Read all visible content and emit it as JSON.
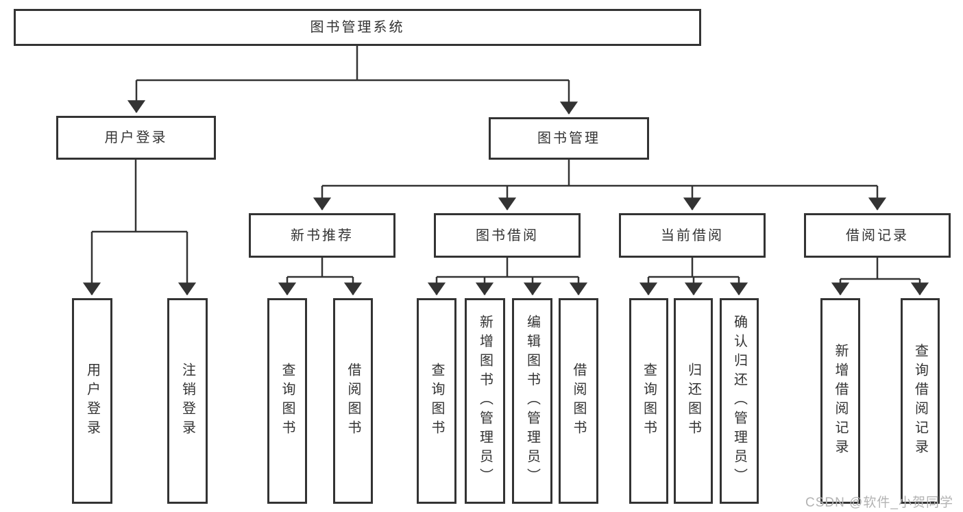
{
  "tree": {
    "root": {
      "label": "图书管理系统"
    },
    "branches": [
      {
        "label": "用户登录",
        "children": [
          {
            "label": "用户登录"
          },
          {
            "label": "注销登录"
          }
        ]
      },
      {
        "label": "图书管理",
        "children": [
          {
            "label": "新书推荐",
            "children": [
              {
                "label": "查询图书"
              },
              {
                "label": "借阅图书"
              }
            ]
          },
          {
            "label": "图书借阅",
            "children": [
              {
                "label": "查询图书"
              },
              {
                "label": "新增图书（管理员）"
              },
              {
                "label": "编辑图书（管理员）"
              },
              {
                "label": "借阅图书"
              }
            ]
          },
          {
            "label": "当前借阅",
            "children": [
              {
                "label": "查询图书"
              },
              {
                "label": "归还图书"
              },
              {
                "label": "确认归还（管理员）"
              }
            ]
          },
          {
            "label": "借阅记录",
            "children": [
              {
                "label": "新增借阅记录"
              },
              {
                "label": "查询借阅记录"
              }
            ]
          }
        ]
      }
    ]
  },
  "watermark": "CSDN @软件_小贺同学",
  "colors": {
    "line": "#333333",
    "text": "#333333",
    "box_background": "#ffffff",
    "watermark": "#b3b3b3"
  }
}
